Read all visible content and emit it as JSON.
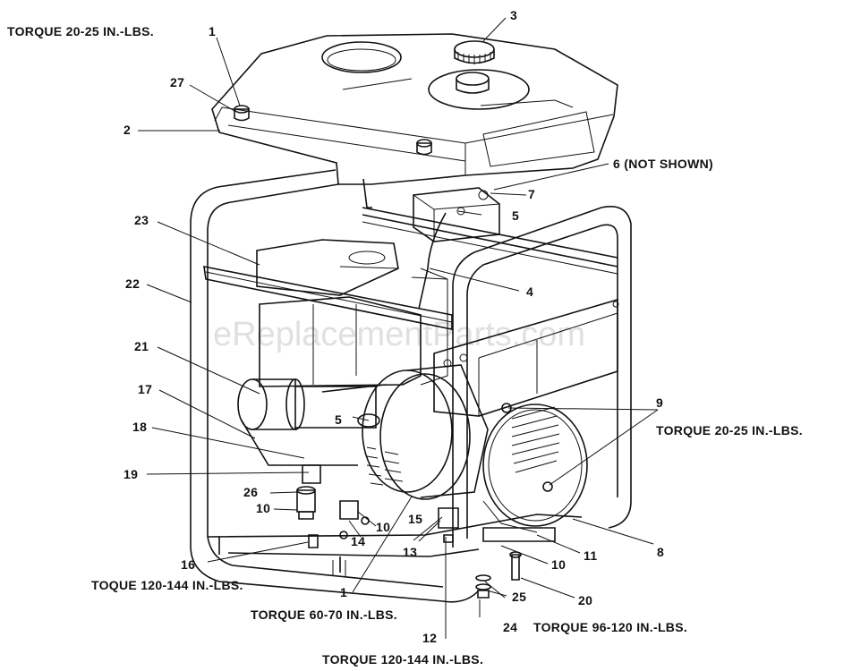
{
  "watermark": "eReplacementParts.com",
  "callouts": {
    "c1_top": "1",
    "c2": "2",
    "c3": "3",
    "c4": "4",
    "c5_top": "5",
    "c5_mid": "5",
    "c6": "6 (NOT SHOWN)",
    "c7": "7",
    "c8": "8",
    "c9": "9",
    "c10_left": "10",
    "c10_mid": "10",
    "c10_right": "10",
    "c11": "11",
    "c12": "12",
    "c13": "13",
    "c14": "14",
    "c15": "15",
    "c16": "16",
    "c17": "17",
    "c18": "18",
    "c19": "19",
    "c20": "20",
    "c21": "21",
    "c22": "22",
    "c23": "23",
    "c24": "24",
    "c25": "25",
    "c26": "26",
    "c27": "27",
    "c1_bottom": "1"
  },
  "torque_notes": {
    "top_left": "TORQUE 20-25 IN.-LBS.",
    "right": "TORQUE 20-25 IN.-LBS.",
    "bottom_left": "TOQUE 120-144 IN.-LBS.",
    "bottom_mid": "TORQUE 60-70 IN.-LBS.",
    "bottom_right": "TORQUE 96-120 IN.-LBS.",
    "bottom": "TORQUE 120-144 IN.-LBS."
  }
}
